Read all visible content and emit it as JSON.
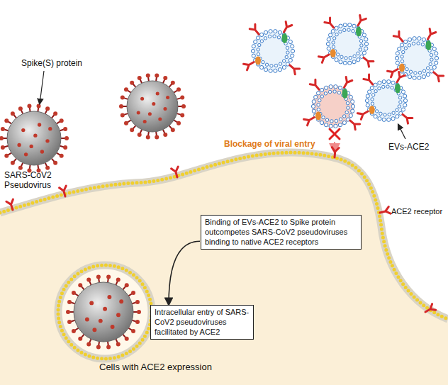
{
  "diagram": {
    "nodes": [
      {
        "text": [
          "Cells with ACE2 expression"
        ]
      },
      {
        "text": [
          "Binding of EVs-ACE2 to Spike protein outcompetes SARS-CoV2 pseudoviruses binding to native ACE2 receptors"
        ],
        "in": 0
      },
      {
        "text": [
          "Intracellular entry of SARS-CoV2 pseudoviruses facilitated by ACE2"
        ],
        "in": 0
      }
    ],
    "edges": [
      {
        "from": 1,
        "to": 2,
        "arrow": "to"
      }
    ],
    "labels": [
      "Spike(S) protein",
      "SARS-CoV2 Pseudovirus",
      "Blockage of viral entry",
      "EVs-ACE2",
      "ACE2 receptor"
    ]
  }
}
